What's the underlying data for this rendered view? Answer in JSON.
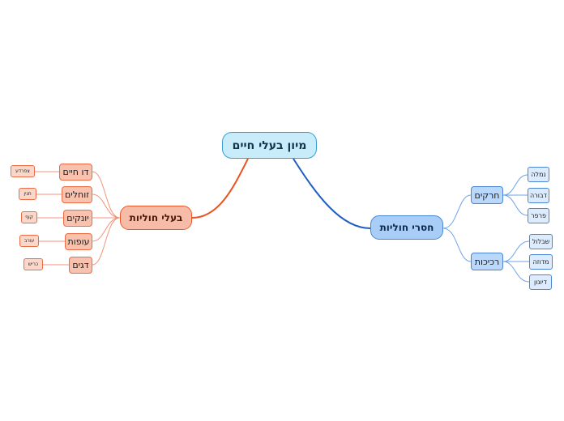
{
  "root": {
    "label": "מיון בעלי חיים"
  },
  "branches": {
    "right": {
      "label": "חסרי חוליות",
      "groups": [
        {
          "label": "חרקים",
          "items": [
            "נמלה",
            "דבורה",
            "פרפר"
          ]
        },
        {
          "label": "רכיכות",
          "items": [
            "שבלול",
            "מדוזה",
            "דיונון"
          ]
        }
      ]
    },
    "left": {
      "label": "בעלי חוליות",
      "groups": [
        {
          "label": "דו חיים",
          "items": [
            "צפרדע"
          ]
        },
        {
          "label": "זוחלים",
          "items": [
            "תנין"
          ]
        },
        {
          "label": "יונקים",
          "items": [
            "קוף"
          ]
        },
        {
          "label": "עופות",
          "items": [
            "עורב"
          ]
        },
        {
          "label": "דגים",
          "items": [
            "כריש"
          ]
        }
      ]
    }
  },
  "colors": {
    "root_fill": "#c9ecfb",
    "right_branch": "#1f5fc2",
    "right_light": "#6fa3e6",
    "left_branch": "#e8531f",
    "left_light": "#f0937a"
  }
}
